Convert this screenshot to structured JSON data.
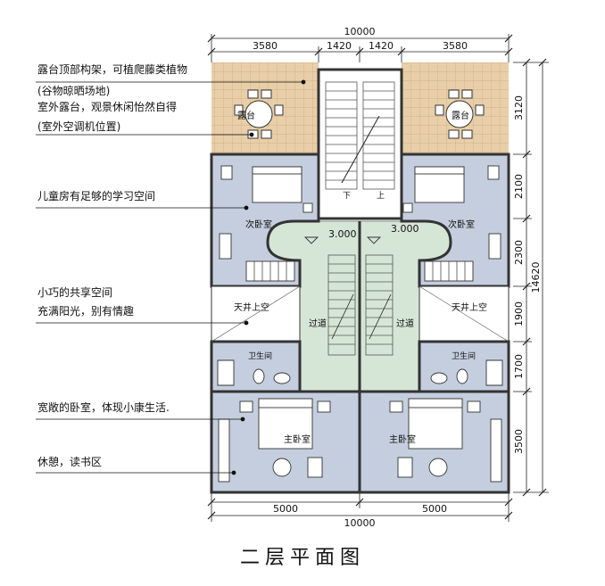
{
  "title": "二层平面图",
  "dimensions": {
    "top_total": "10000",
    "top_segments": [
      "3580",
      "1420",
      "1420",
      "3580"
    ],
    "bottom_segments": [
      "5000",
      "5000"
    ],
    "bottom_total": "10000",
    "right_segments": [
      "3120",
      "2100",
      "2300",
      "1900",
      "1700",
      "3500"
    ],
    "right_total": "14620"
  },
  "rooms": {
    "terrace": "露台",
    "second_bedroom": "次卧室",
    "corridor": "过道",
    "light_well": "天井上空",
    "bathroom": "卫生间",
    "master_bedroom": "主卧室",
    "stair_down": "下",
    "stair_up": "上",
    "level": "3.000"
  },
  "annotations": [
    "露台顶部构架，可植爬藤类植物",
    "(谷物晾晒场地)",
    "室外露台，观景休闲怡然自得",
    "(室外空调机位置)",
    "儿童房有足够的学习空间",
    "小巧的共享空间",
    "充满阳光，别有情趣",
    "宽敞的卧室，体现小康生活.",
    "休憩，读书区"
  ],
  "colors": {
    "terrace_fill": "#e8cfa9",
    "room_fill": "#c4cede",
    "corridor_fill": "#d6e6d6",
    "wall": "#333333"
  }
}
